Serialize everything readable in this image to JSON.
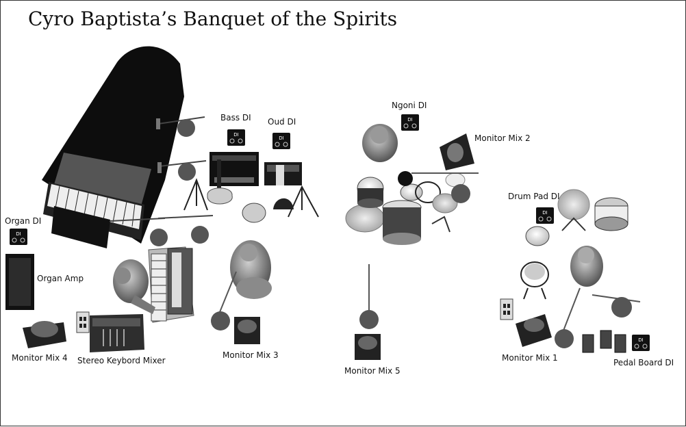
{
  "title": "Cyro Baptista’s Banquet of the Spirits",
  "labels": {
    "bass_di": "Bass DI",
    "oud_di": "Oud DI",
    "ngoni_di": "Ngoni DI",
    "monitor_mix_2": "Monitor Mix 2",
    "drum_pad_di": "Drum Pad DI",
    "organ_di": "Organ DI",
    "organ_amp": "Organ Amp",
    "monitor_mix_4": "Monitor Mix 4",
    "stereo_keyboard_mixer": "Stereo Keybord Mixer",
    "monitor_mix_3": "Monitor Mix 3",
    "monitor_mix_5": "Monitor Mix 5",
    "monitor_mix_1": "Monitor Mix 1",
    "pedal_board_di": "Pedal Board DI"
  },
  "di_box_text": "DI",
  "colors": {
    "ink": "#111111",
    "dark": "#2a2a2a",
    "mid": "#6b6b6b",
    "light": "#bdbdbd",
    "cymbal": "#d4d4d4"
  }
}
